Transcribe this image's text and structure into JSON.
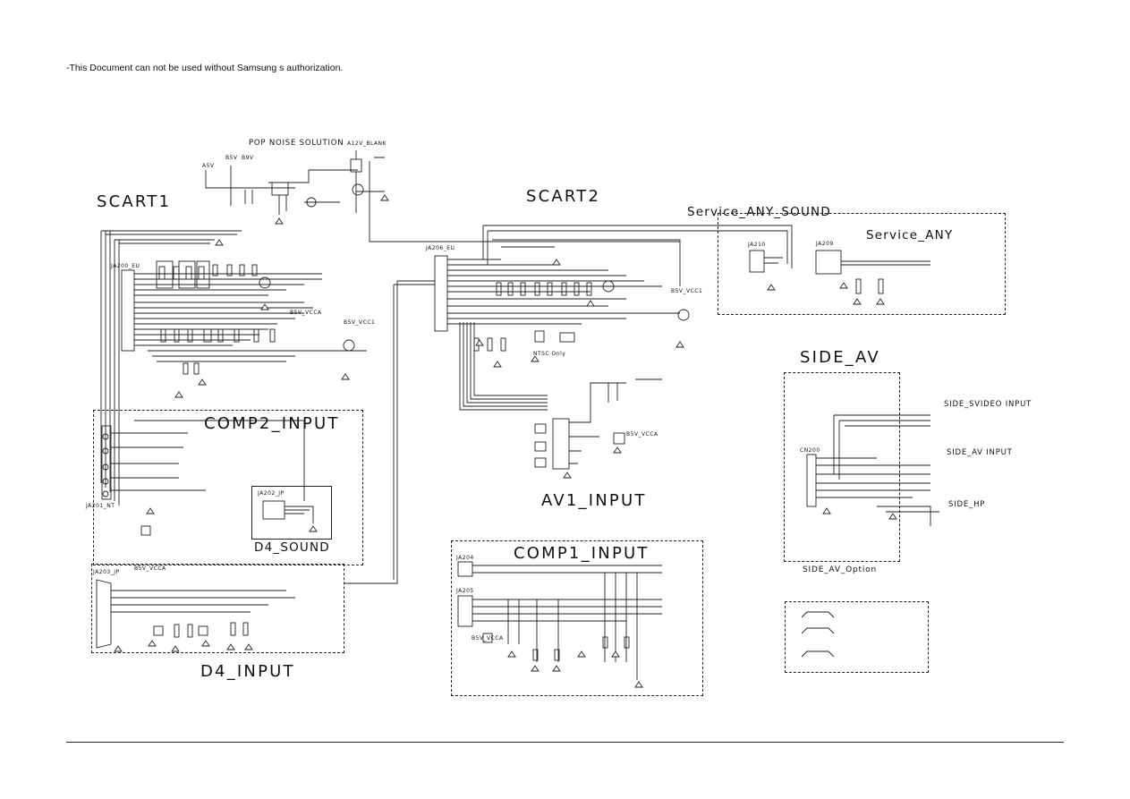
{
  "notice": "-This Document can not be used without Samsung s authorization.",
  "sections": {
    "pop_noise": "POP NOISE SOLUTION",
    "scart1": "SCART1",
    "scart2": "SCART2",
    "service_any_sound": "Service_ANY_SOUND",
    "service_any": "Service_ANY",
    "side_av": "SIDE_AV",
    "side_svideo_input": "SIDE_SVIDEO INPUT",
    "side_av_input": "SIDE_AV INPUT",
    "side_hp": "SIDE_HP",
    "side_av_option": "SIDE_AV_Option",
    "comp2_input": "COMP2_INPUT",
    "d4_sound": "D4_SOUND",
    "av1_input": "AV1_INPUT",
    "comp1_input": "COMP1_INPUT",
    "d4_input": "D4_INPUT"
  },
  "parts": {
    "ja200": "JA200_EU",
    "ja206": "JA206_EU",
    "ja210": "JA210",
    "ja209": "JA209",
    "cn200": "CN200",
    "ja202": "JA202_JP",
    "ja201": "JA201_NT",
    "ja203": "JA203_JP",
    "ja204": "JA204",
    "ja205": "JA205",
    "ntsc": "NTSC Only",
    "b5v_vcc1": "B5V_VCC1",
    "b5v_vcca": "B5V_VCCA",
    "a5v": "A5V",
    "b5v": "B5V",
    "b9v": "B9V",
    "a12v": "A12V_BLANK"
  }
}
